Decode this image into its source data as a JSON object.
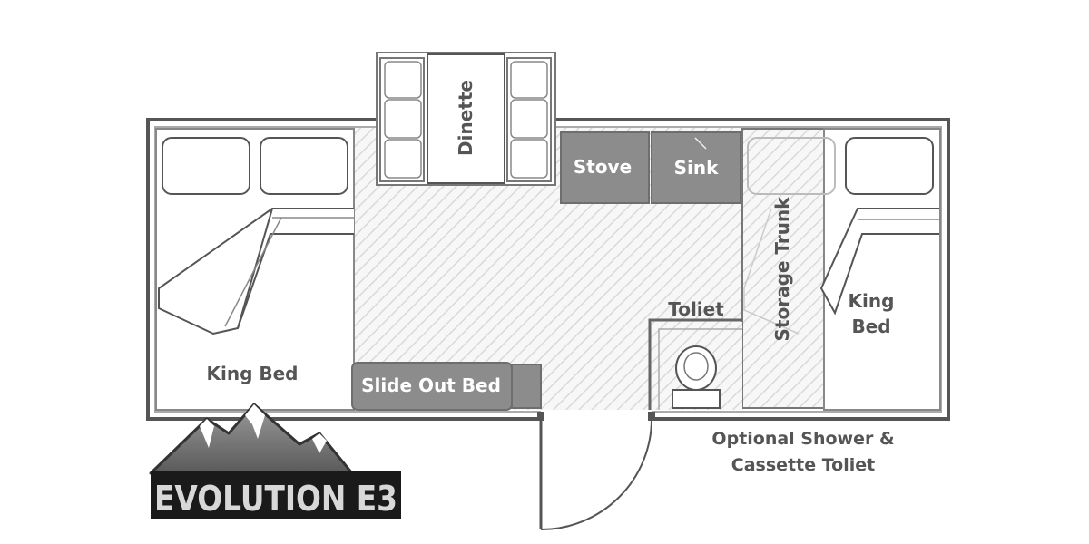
{
  "labels": {
    "dinette": "Dinette",
    "stove": "Stove",
    "sink": "Sink",
    "storage_trunk": "Storage Trunk",
    "toilet": "Toliet",
    "king_bed_right_line1": "King",
    "king_bed_right_line2": "Bed",
    "king_bed_left": "King Bed",
    "slide_out_bed": "Slide Out Bed",
    "optional_line1": "Optional Shower &",
    "optional_line2": "Cassette Toliet"
  },
  "logo": {
    "text": "EVOLUTION E3"
  },
  "colors": {
    "wall": "#555555",
    "appliance": "#8c8c8c",
    "label_dark": "#555555",
    "label_light": "#ffffff",
    "floor_hatch": "#d6d6d6"
  }
}
